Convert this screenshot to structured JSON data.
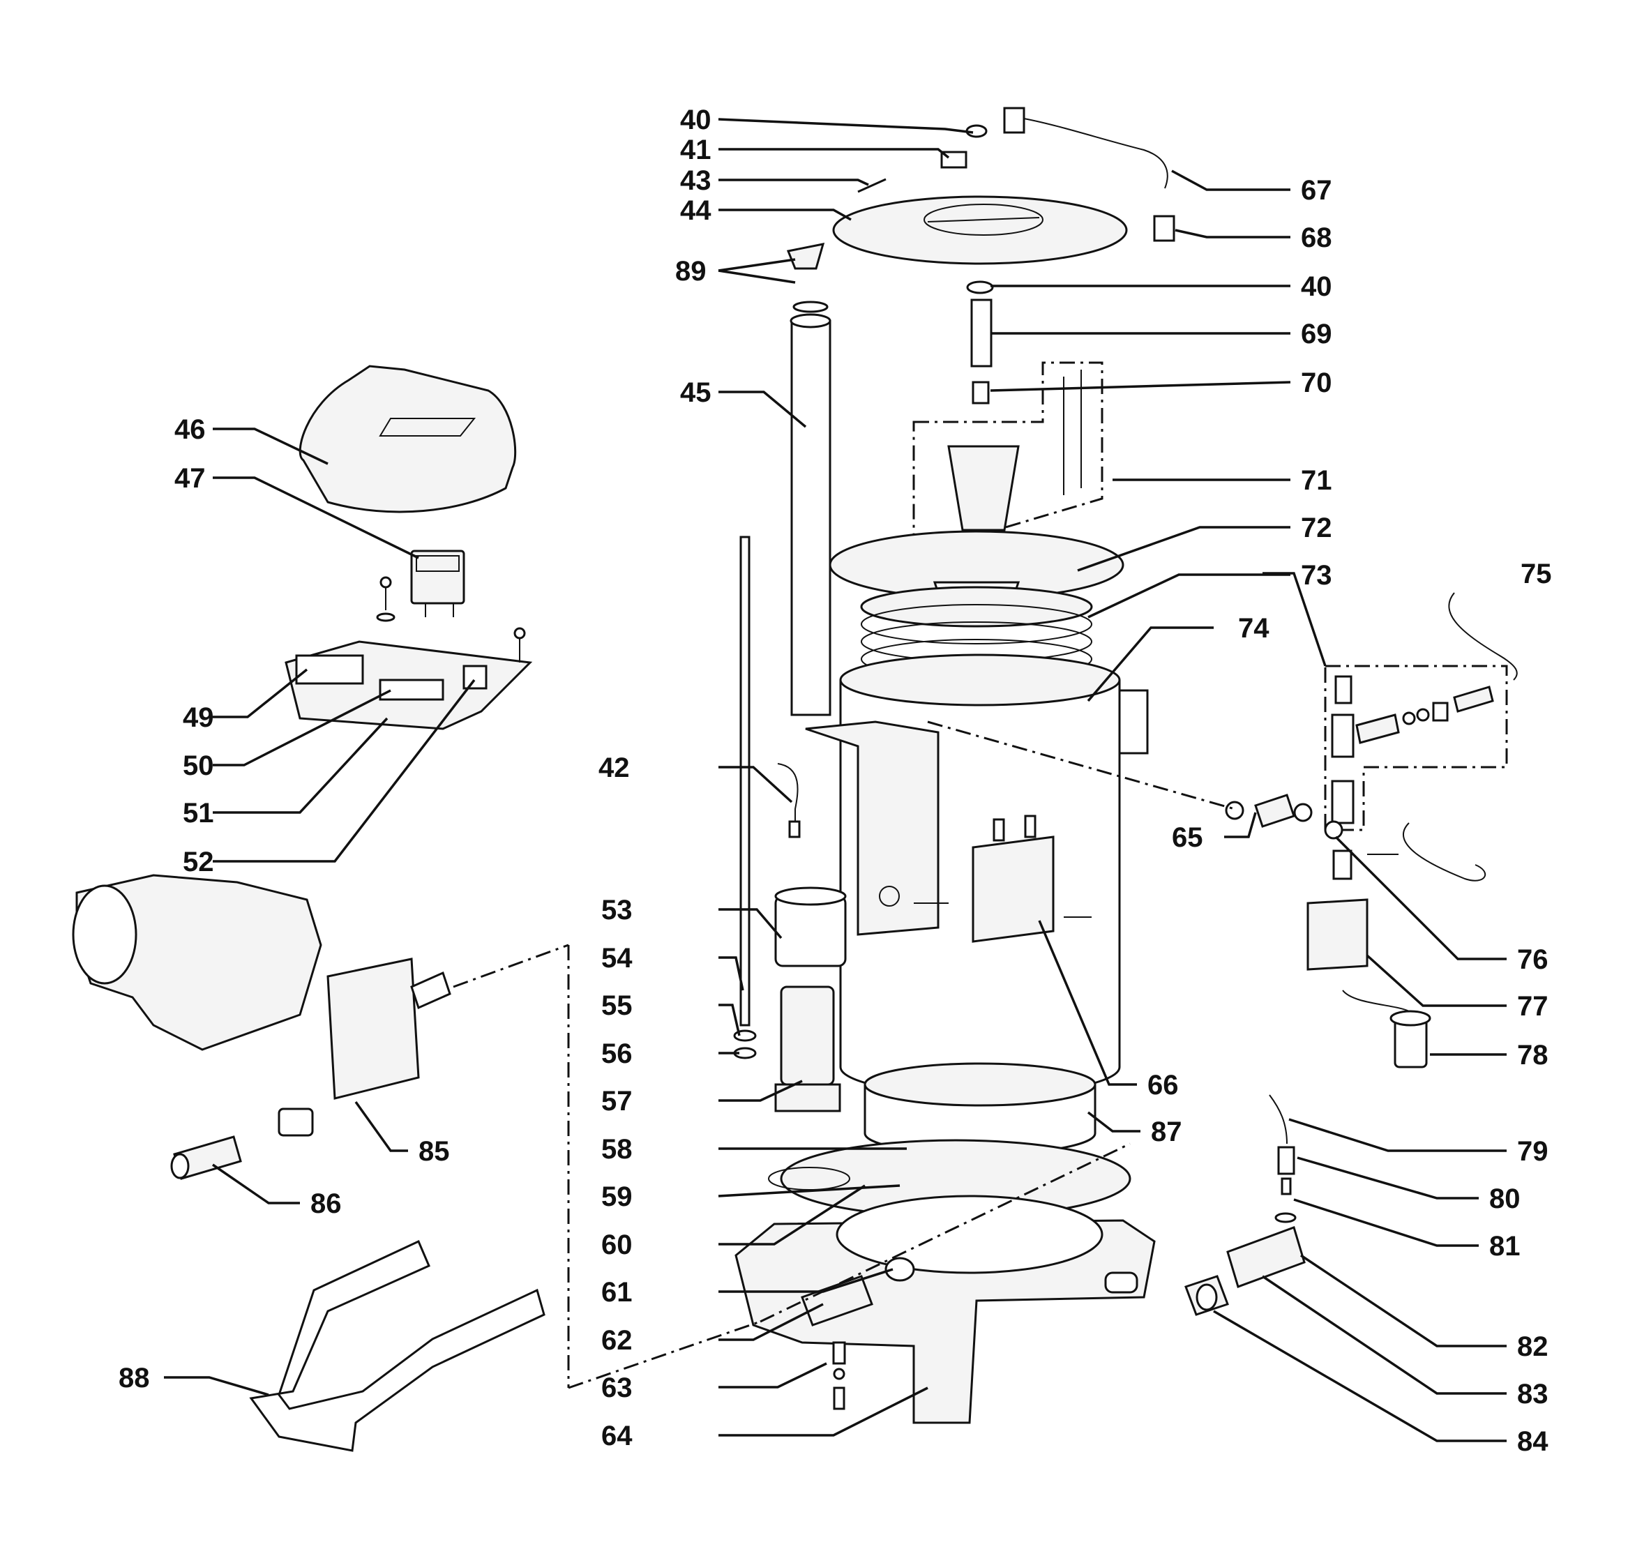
{
  "labels": {
    "p40": "40",
    "p41": "41",
    "p43": "43",
    "p44": "44",
    "p89": "89",
    "p40b": "40",
    "p45": "45",
    "p46": "46",
    "p47": "47",
    "p49": "49",
    "p50": "50",
    "p51": "51",
    "p52": "52",
    "p42": "42",
    "p53": "53",
    "p54": "54",
    "p55": "55",
    "p56": "56",
    "p57": "57",
    "p58": "58",
    "p59": "59",
    "p60": "60",
    "p61": "61",
    "p62": "62",
    "p63": "63",
    "p64": "64",
    "p65": "65",
    "p66": "66",
    "p67": "67",
    "p68": "68",
    "p69": "69",
    "p70": "70",
    "p71": "71",
    "p72": "72",
    "p73": "73",
    "p74": "74",
    "p75": "75",
    "p76": "76",
    "p77": "77",
    "p78": "78",
    "p79": "79",
    "p80": "80",
    "p81": "81",
    "p82": "82",
    "p83": "83",
    "p84": "84",
    "p85": "85",
    "p86": "86",
    "p87": "87",
    "p88": "88"
  }
}
